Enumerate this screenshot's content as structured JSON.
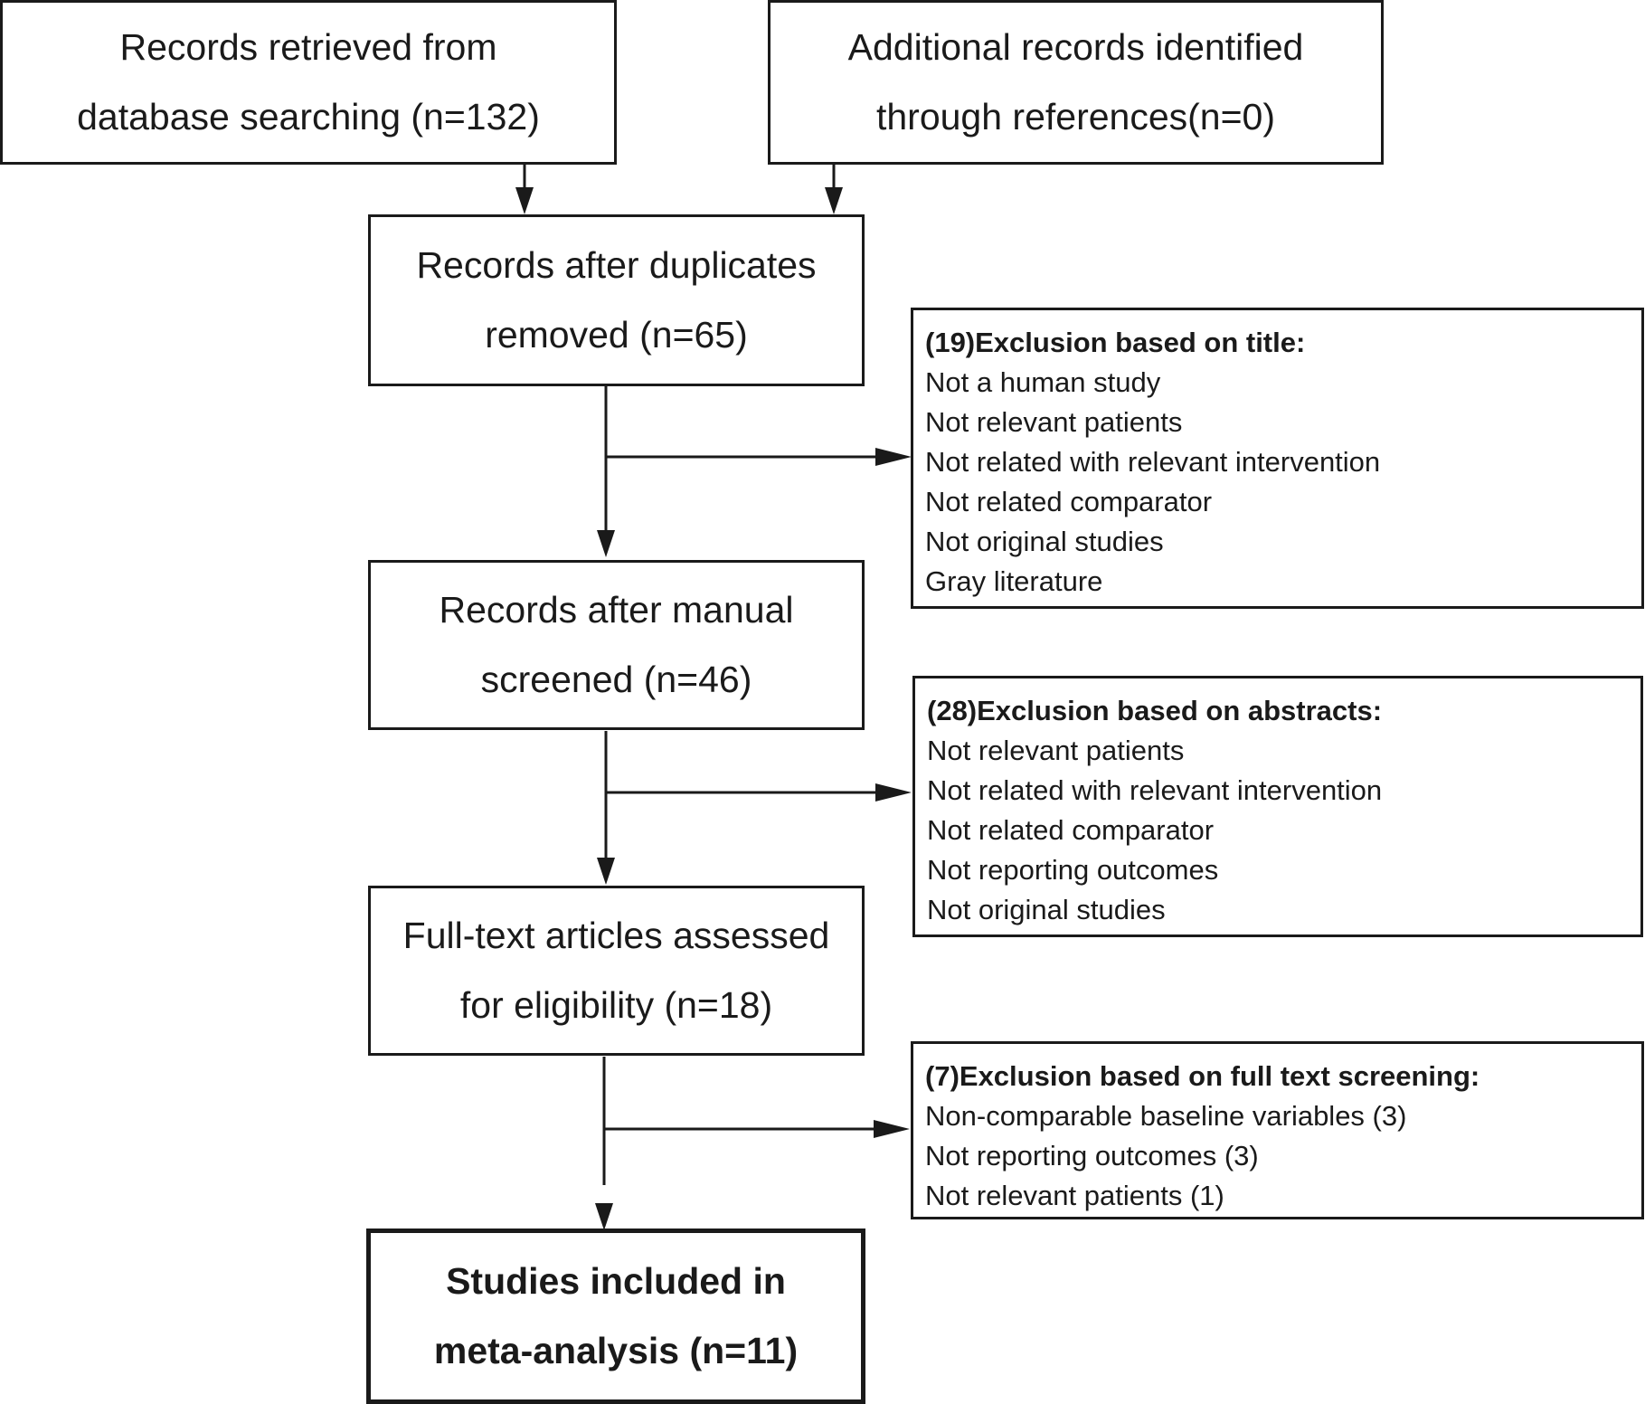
{
  "boxes": {
    "retrieved": {
      "line1": "Records retrieved from",
      "line2": "database searching (n=132)"
    },
    "additional": {
      "line1": "Additional records identified",
      "line2": "through references(n=0)"
    },
    "duplicates": {
      "line1": "Records after duplicates",
      "line2": "removed (n=65)"
    },
    "manual": {
      "line1": "Records after manual",
      "line2": "screened (n=46)"
    },
    "fulltext": {
      "line1": "Full-text articles assessed",
      "line2": "for eligibility (n=18)"
    },
    "included": {
      "line1": "Studies included in",
      "line2": "meta-analysis (n=11)"
    }
  },
  "exclusions": {
    "title": {
      "heading": "(19)Exclusion based on title:",
      "items": [
        "Not a human study",
        "Not relevant patients",
        "Not related with relevant intervention",
        "Not related comparator",
        "Not original studies",
        "Gray literature"
      ]
    },
    "abstracts": {
      "heading": "(28)Exclusion based on abstracts:",
      "items": [
        "Not relevant patients",
        "Not related with relevant intervention",
        "Not related comparator",
        "Not reporting outcomes",
        "Not original studies"
      ]
    },
    "fulltext": {
      "heading": "(7)Exclusion based on full text screening:",
      "items": [
        "Non-comparable baseline variables (3)",
        "Not reporting outcomes (3)",
        "Not relevant patients (1)"
      ]
    }
  }
}
